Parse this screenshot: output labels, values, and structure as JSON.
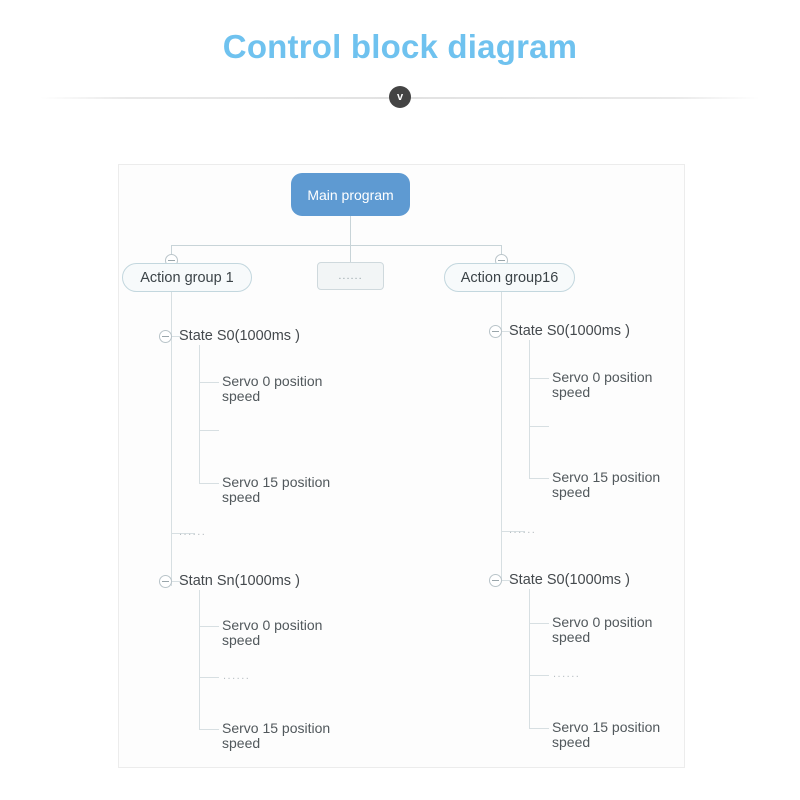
{
  "header": {
    "title": "Control block diagram",
    "chevron_label": "v",
    "chevron_icon": "chevron-down-icon"
  },
  "diagram": {
    "root": {
      "label": "Main program"
    },
    "ellipsis_node": {
      "label": "......"
    },
    "collapse_icon": "minus-circle-icon",
    "columns": [
      {
        "group_label": "Action group 1",
        "states": [
          {
            "label": "State S0(1000ms )",
            "children": [
              {
                "line1": "Servo 0 position",
                "line2": "speed"
              },
              {
                "line1": "",
                "line2": ""
              },
              {
                "line1": "Servo 15 position",
                "line2": "speed"
              }
            ]
          },
          {
            "label": "Statn Sn(1000ms )",
            "children": [
              {
                "line1": "Servo 0 position",
                "line2": "speed"
              },
              {
                "line1": "......",
                "line2": ""
              },
              {
                "line1": "Servo 15 position",
                "line2": "speed"
              }
            ]
          }
        ],
        "state_separator": "......"
      },
      {
        "group_label": "Action group16",
        "states": [
          {
            "label": "State S0(1000ms )",
            "children": [
              {
                "line1": "Servo 0 position",
                "line2": "speed"
              },
              {
                "line1": "",
                "line2": ""
              },
              {
                "line1": "Servo 15 position",
                "line2": "speed"
              }
            ]
          },
          {
            "label": "State S0(1000ms )",
            "children": [
              {
                "line1": "Servo 0 position",
                "line2": "speed"
              },
              {
                "line1": "......",
                "line2": ""
              },
              {
                "line1": "Servo 15 position",
                "line2": "speed"
              }
            ]
          }
        ],
        "state_separator": "......"
      }
    ]
  },
  "colors": {
    "title": "#6fc2ef",
    "root_node": "#5e9ad2",
    "node_border": "#c3d7de",
    "connector": "#c8d4d8",
    "badge": "#444444"
  }
}
